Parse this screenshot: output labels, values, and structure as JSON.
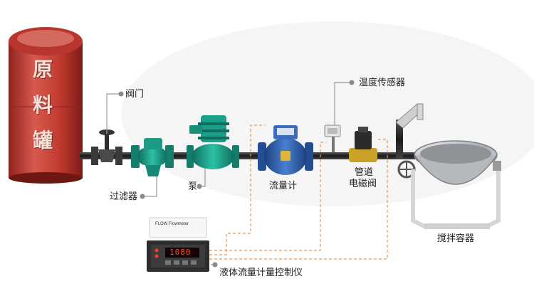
{
  "diagram": {
    "tank_text": [
      "原",
      "料",
      "罐"
    ],
    "labels": {
      "valve": "阀门",
      "filter": "过滤器",
      "pump": "泵",
      "flowmeter": "流量计",
      "temp_sensor": "温度传感器",
      "solenoid_line1": "管道",
      "solenoid_line2": "电磁阀",
      "mixer": "搅拌容器",
      "controller": "液体流量计量控制仪"
    },
    "controller_display": "1080",
    "controller_tag": "FLOW Flowmeter",
    "colors": {
      "tank": "#c8433a",
      "pipe": "#2a2a2a",
      "filter": "#1f9a84",
      "pump": "#1aa08a",
      "flowmeter": "#2f5fb0",
      "valve_body": "#c9a227",
      "signal_line": "#e8965a",
      "leader_line": "#9a9a9a"
    }
  }
}
